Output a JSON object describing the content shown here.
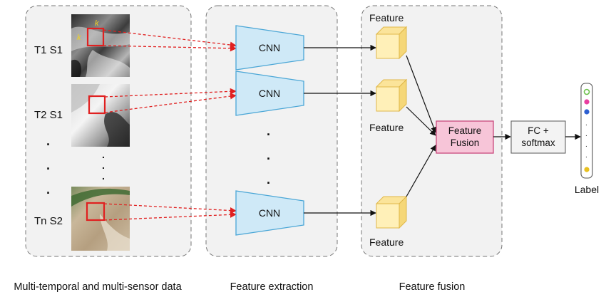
{
  "panels": {
    "input": {
      "caption": "Multi-temporal and multi-sensor data",
      "rows": [
        {
          "label": "T1 S1",
          "patch_size_labels": [
            "k",
            "k"
          ]
        },
        {
          "label": "T2 S1"
        },
        {
          "label": "Tn S2"
        }
      ],
      "left_dots": [
        ".",
        ".",
        "."
      ],
      "image_dots": [
        ".",
        ".",
        "."
      ]
    },
    "extraction": {
      "caption": "Feature extraction",
      "cnn_labels": [
        "CNN",
        "CNN",
        "CNN"
      ],
      "dots": [
        ".",
        ".",
        "."
      ]
    },
    "fusion": {
      "caption": "Feature fusion",
      "feature_labels": [
        "Feature",
        "Feature",
        "Feature"
      ],
      "fusion_block": [
        "Feature",
        "Fusion"
      ]
    }
  },
  "classifier": {
    "fc_lines": [
      "FC +",
      "softmax"
    ],
    "label": "Label",
    "output_dots": [
      ".",
      ".",
      ".",
      "."
    ]
  },
  "colors": {
    "panel_bg": "#f2f2f2",
    "panel_border": "#777777",
    "cnn_fill": "#cfe9f7",
    "cnn_stroke": "#4aa6d6",
    "feature_front": "#fff0b8",
    "feature_top": "#fbe49a",
    "feature_side": "#f5d778",
    "feature_stroke": "#e0b84a",
    "fusion_fill": "#f7c5d8",
    "fusion_stroke": "#c9487d",
    "patch_box": "#e02020",
    "dashed_arrow": "#e02020",
    "arrow": "#111111",
    "output_class_colors": [
      "#6cc04a",
      "#e83ea0",
      "#2d5fd1",
      "#e8c020"
    ]
  }
}
